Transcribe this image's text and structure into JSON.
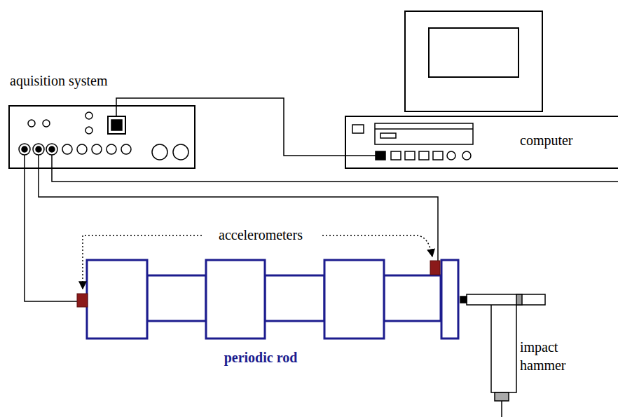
{
  "diagram": {
    "nodes": [
      {
        "text": [
          "aquisition system"
        ]
      },
      {
        "text": [
          "computer"
        ]
      }
    ],
    "edges": [
      {
        "from": 0,
        "to": 1,
        "arrow": "none"
      }
    ],
    "labels": [
      "accelerometers",
      "periodic rod",
      "impact hammer"
    ]
  }
}
